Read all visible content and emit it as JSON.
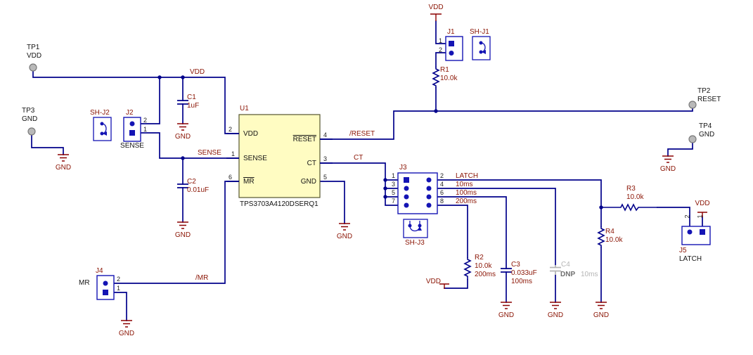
{
  "nets": {
    "vdd": "VDD",
    "gnd": "GND",
    "sense": "SENSE",
    "reset": "/RESET",
    "ct": "CT",
    "mr": "/MR",
    "latch": "LATCH",
    "t10": "10ms",
    "t100": "100ms",
    "t200": "200ms"
  },
  "testpoints": {
    "tp1": {
      "ref": "TP1",
      "net": "VDD"
    },
    "tp2": {
      "ref": "TP2",
      "net": "RESET"
    },
    "tp3": {
      "ref": "TP3",
      "net": "GND"
    },
    "tp4": {
      "ref": "TP4",
      "net": "GND"
    }
  },
  "components": {
    "u1": {
      "ref": "U1",
      "part": "TPS3703A4120DSERQ1",
      "pins": {
        "vdd": {
          "num": "2",
          "name": "VDD"
        },
        "sense": {
          "num": "1",
          "name": "SENSE"
        },
        "mr": {
          "num": "6",
          "name": "MR"
        },
        "reset": {
          "num": "4",
          "name": "RESET"
        },
        "ct": {
          "num": "3",
          "name": "CT"
        },
        "gnd": {
          "num": "5",
          "name": "GND"
        }
      }
    },
    "c1": {
      "ref": "C1",
      "value": "1uF"
    },
    "c2": {
      "ref": "C2",
      "value": "0.01uF"
    },
    "c3": {
      "ref": "C3",
      "value": "0.033uF",
      "note": "100ms"
    },
    "c4": {
      "ref": "C4",
      "value": "DNP",
      "note": "10ms"
    },
    "r1": {
      "ref": "R1",
      "value": "10.0k"
    },
    "r2": {
      "ref": "R2",
      "value": "10.0k",
      "note": "200ms"
    },
    "r3": {
      "ref": "R3",
      "value": "10.0k"
    },
    "r4": {
      "ref": "R4",
      "value": "10.0k"
    },
    "j1": {
      "ref": "J1",
      "pins": [
        "1",
        "2"
      ]
    },
    "j2": {
      "ref": "J2",
      "pins": [
        "2",
        "1"
      ],
      "label": "SENSE"
    },
    "j3": {
      "ref": "J3",
      "pins_left": [
        "1",
        "3",
        "5",
        "7"
      ],
      "pins_right": [
        "2",
        "4",
        "6",
        "8"
      ]
    },
    "j4": {
      "ref": "J4",
      "pins": [
        "2",
        "1"
      ],
      "label": "MR"
    },
    "j5": {
      "ref": "J5",
      "pins": [
        "2",
        "1"
      ],
      "label": "LATCH"
    },
    "shj1": {
      "ref": "SH-J1"
    },
    "shj2": {
      "ref": "SH-J2"
    },
    "shj3": {
      "ref": "SH-J3"
    }
  },
  "colors": {
    "wire": "#00008b",
    "power_symbol": "#8b0000",
    "net_text": "#8b1505",
    "connector": "#1414b4",
    "ic_fill": "#fffcc2",
    "dnp_gray": "#b5b5b5"
  }
}
